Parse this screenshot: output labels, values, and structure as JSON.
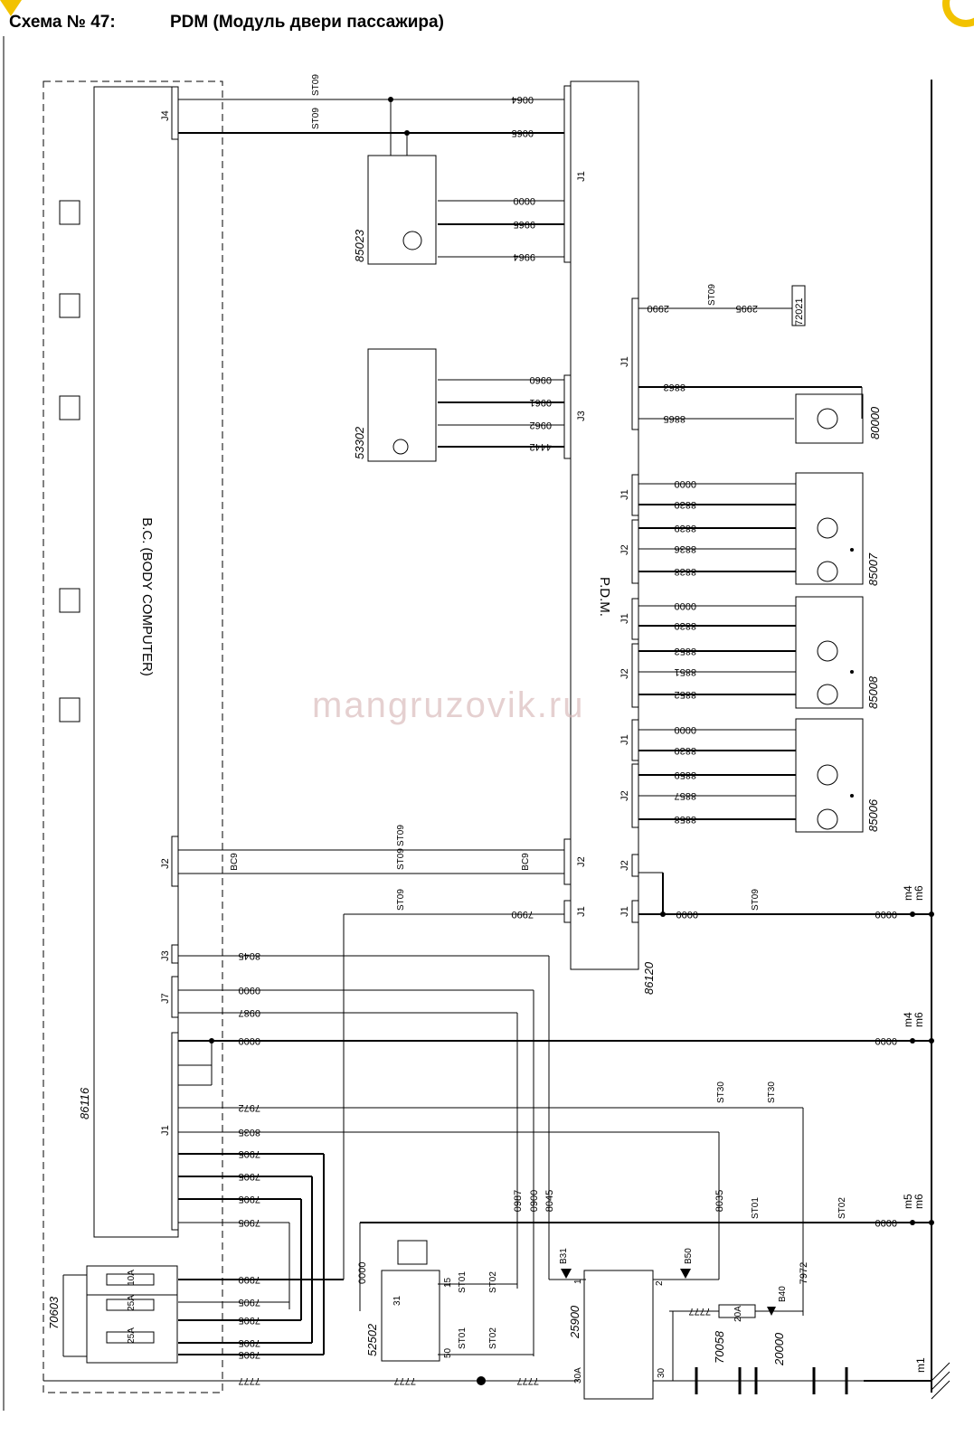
{
  "title": {
    "number": "Схема № 47:",
    "text": "PDM (Модуль двери пассажира)"
  },
  "watermark": "mangruzovik.ru",
  "body_computer": {
    "code": "86116",
    "label": "B.C. (BODY COMPUTER)"
  },
  "pdm": {
    "code": "86120",
    "label": "P.D.M."
  },
  "components": {
    "mirror_motor": "85023",
    "switch": "53302",
    "heater_85007": "85007",
    "heater_85008": "85008",
    "heater_85006": "85006",
    "motor_80000": "80000",
    "connector_72021": "72021",
    "fusebox": "70603",
    "ignition": "52502",
    "relay": "25900",
    "fuse_70058": "70058",
    "battery": "20000"
  },
  "fuses": [
    "10A",
    "25A",
    "25A",
    "20A"
  ],
  "connectors": {
    "j1": "J1",
    "j2": "J2",
    "j3": "J3",
    "j4": "J4",
    "j7": "J7",
    "bc9": "BC9",
    "st09": "ST09",
    "st01": "ST01",
    "st02": "ST02",
    "st30": "ST30",
    "st31": "31"
  },
  "wires": {
    "w0064": "0064",
    "w0065": "0065",
    "w0000": "0000",
    "w9965": "9965",
    "w9964": "9964",
    "w2990": "2990",
    "w2995": "2995",
    "w8863": "8863",
    "w8865": "8865",
    "w0960": "0960",
    "w0961": "0961",
    "w0962": "0962",
    "w4442": "4442",
    "w8830": "8830",
    "w8839": "8839",
    "w8836": "8836",
    "w8838": "8838",
    "w8853": "8853",
    "w8851": "8851",
    "w8852": "8852",
    "w8859": "8859",
    "w8857": "8857",
    "w8858": "8858",
    "w7990": "7990",
    "w8045": "8045",
    "w0900": "0900",
    "w0987": "0987",
    "w7972": "7972",
    "w8035": "8035",
    "w7905": "7905",
    "w7777": "7777",
    "w0987v": "0987",
    "w0900v": "0900",
    "w8045v": "8045",
    "w8035v": "8035",
    "w7972v": "7972"
  },
  "grounds": {
    "m4": "m4",
    "m5": "m5",
    "m6": "m6",
    "m1": "m1"
  },
  "relay_pins": {
    "b31": "B31",
    "b50": "B50",
    "b40": "B40",
    "p30a": "30A",
    "p30": "30",
    "p1": "1",
    "p2": "2",
    "p15": "15",
    "p50": "50"
  },
  "colors": {
    "line": "#000000",
    "watermark": "#d8b8b8",
    "logo": "#f2c200"
  },
  "icons": [
    "mirror-icon",
    "window-icon",
    "heater-grid-icon",
    "lock-icon"
  ]
}
